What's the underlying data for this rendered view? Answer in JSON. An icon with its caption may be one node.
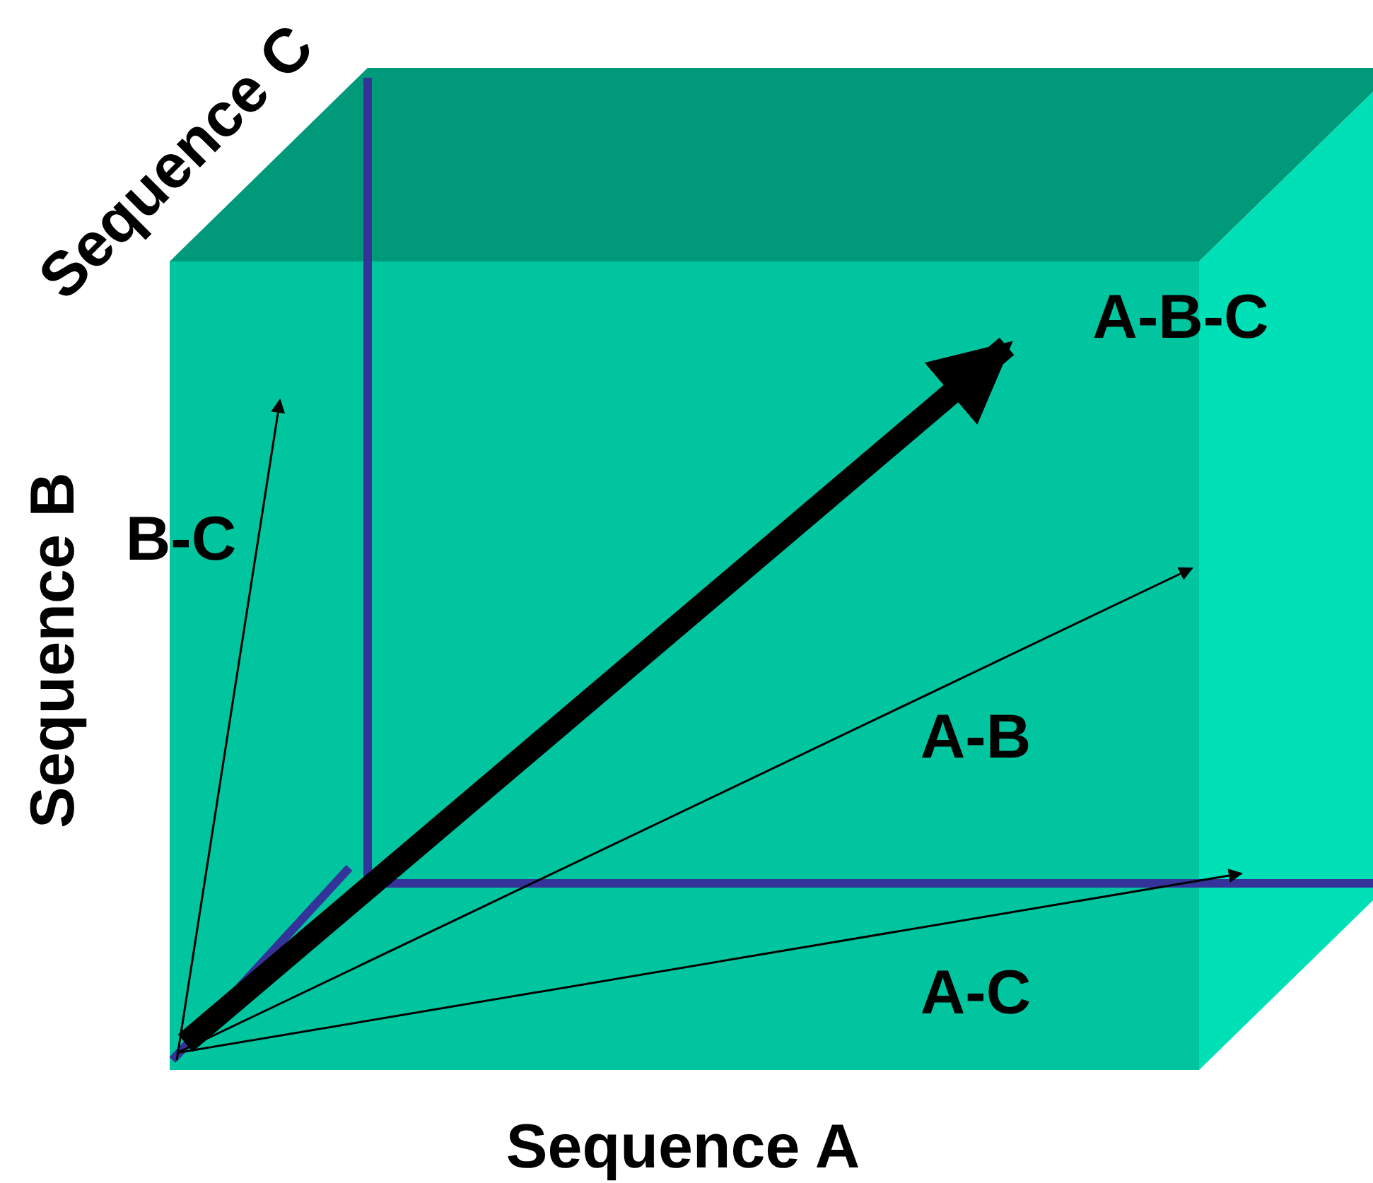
{
  "diagram": {
    "labels": [
      "Sequence C",
      "Sequence B",
      "B-C",
      "A-B-C",
      "A-B",
      "A-C",
      "Sequence A"
    ]
  }
}
